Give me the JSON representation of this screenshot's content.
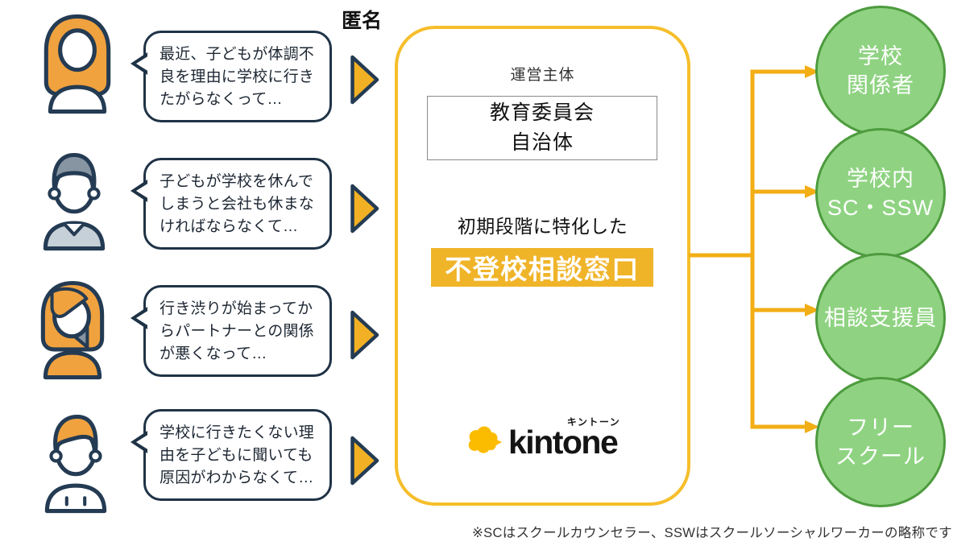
{
  "anonymous_label": "匿名",
  "footnote": "※SCはスクールカウンセラー、SSWはスクールソーシャルワーカーの略称です",
  "consultations": [
    {
      "persona": "mother-long-hair-avatar",
      "message": "最近、子どもが体調不良を理由に学校に行きたがらなくって…"
    },
    {
      "persona": "father-gray-hair-avatar",
      "message": "子どもが学校を休んでしまうと会社も休まなければならなくて…"
    },
    {
      "persona": "mother-bob-hair-avatar",
      "message": "行き渋りが始まってからパートナーとの関係が悪くなって…"
    },
    {
      "persona": "young-father-avatar",
      "message": "学校に行きたくない理由を子どもに聞いても原因がわからなくて…"
    }
  ],
  "center_panel": {
    "operator_heading": "運営主体",
    "operators": {
      "line1": "教育委員会",
      "line2": "自治体"
    },
    "tagline": "初期段階に特化した",
    "service_name": "不登校相談窓口",
    "logo": {
      "wordmark": "kintone",
      "ruby": "キントーン",
      "icon": "kintone-cloud-icon"
    }
  },
  "destinations": [
    {
      "line1": "学校",
      "line2": "関係者"
    },
    {
      "line1": "学校内",
      "line2": "SC・SSW"
    },
    {
      "line1": "相談支援員",
      "line2": ""
    },
    {
      "line1": "フリー",
      "line2": "スクール"
    }
  ],
  "colors": {
    "accent_yellow": "#F2B01E",
    "panel_border_yellow": "#F6BE2B",
    "highlight_yellow": "#F0B429",
    "kintone_cloud_yellow": "#FBBC00",
    "circle_green_fill": "#8FD382",
    "circle_green_border": "#4D9B3E",
    "outline_navy": "#243B53",
    "hair_orange": "#F0A23F",
    "suit_gray": "#C6D0D8",
    "hair_gray": "#8795A3"
  }
}
